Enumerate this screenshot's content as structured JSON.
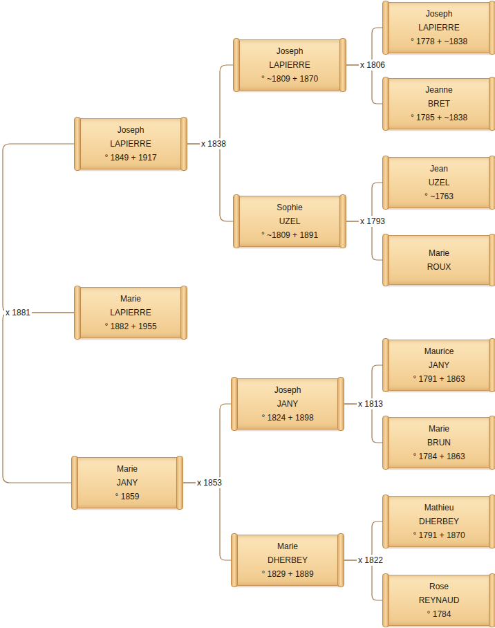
{
  "diagram": {
    "nodes": [
      {
        "text": [
          "Marie",
          "LAPIERRE",
          "° 1882 + 1955"
        ]
      },
      {
        "text": [
          "Joseph",
          "LAPIERRE",
          "° 1849 + 1917"
        ]
      },
      {
        "text": [
          "Marie",
          "JANY",
          "° 1859"
        ]
      },
      {
        "text": [
          "Joseph",
          "LAPIERRE",
          "° ~1809 + 1870"
        ]
      },
      {
        "text": [
          "Sophie",
          "UZEL",
          "° ~1809 + 1891"
        ]
      },
      {
        "text": [
          "Joseph",
          "JANY",
          "° 1824 + 1898"
        ]
      },
      {
        "text": [
          "Marie",
          "DHERBEY",
          "° 1829 + 1889"
        ]
      },
      {
        "text": [
          "Joseph",
          "LAPIERRE",
          "° 1778 + ~1838"
        ]
      },
      {
        "text": [
          "Jeanne",
          "BRET",
          "° 1785 + ~1838"
        ]
      },
      {
        "text": [
          "Jean",
          "UZEL",
          "° ~1763"
        ]
      },
      {
        "text": [
          "Marie",
          "ROUX"
        ]
      },
      {
        "text": [
          "Maurice",
          "JANY",
          "° 1791 + 1863"
        ]
      },
      {
        "text": [
          "Marie",
          "BRUN",
          "° 1784 + 1863"
        ]
      },
      {
        "text": [
          "Mathieu",
          "DHERBEY",
          "° 1791 + 1870"
        ]
      },
      {
        "text": [
          "Rose",
          "REYNAUD",
          "° 1784"
        ]
      }
    ],
    "edges": [
      {
        "from": 0,
        "to": 1,
        "arrow": "none",
        "label": "x 1881"
      },
      {
        "from": 0,
        "to": 2,
        "arrow": "none"
      },
      {
        "from": 1,
        "to": 3,
        "arrow": "none",
        "label": "x 1838"
      },
      {
        "from": 1,
        "to": 4,
        "arrow": "none"
      },
      {
        "from": 2,
        "to": 5,
        "arrow": "none",
        "label": "x 1853"
      },
      {
        "from": 2,
        "to": 6,
        "arrow": "none"
      },
      {
        "from": 3,
        "to": 7,
        "arrow": "none",
        "label": "x 1806"
      },
      {
        "from": 3,
        "to": 8,
        "arrow": "none"
      },
      {
        "from": 4,
        "to": 9,
        "arrow": "none",
        "label": "x 1793"
      },
      {
        "from": 4,
        "to": 10,
        "arrow": "none"
      },
      {
        "from": 5,
        "to": 11,
        "arrow": "none",
        "label": "x 1813"
      },
      {
        "from": 5,
        "to": 12,
        "arrow": "none"
      },
      {
        "from": 6,
        "to": 13,
        "arrow": "none",
        "label": "x 1822"
      },
      {
        "from": 6,
        "to": 14,
        "arrow": "none"
      }
    ]
  }
}
